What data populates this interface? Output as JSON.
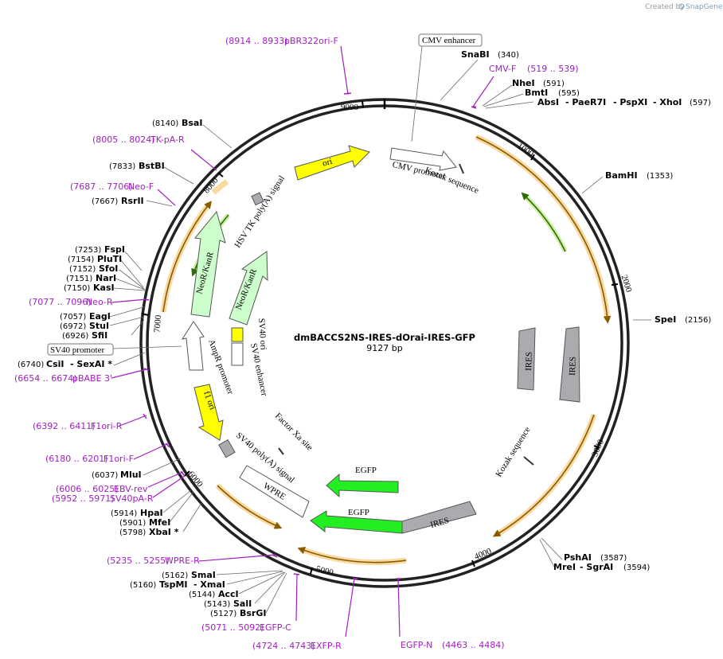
{
  "credit": {
    "prefix": "Created by",
    "brand": "SnapGene"
  },
  "plasmid": {
    "name": "dmBACCS2NS-IRES-dOrai-IRES-GFP",
    "size": "9127 bp"
  },
  "colors": {
    "primer": "#a020c0",
    "orange": "#f4a11c",
    "green": "#4f9a1f",
    "yellow": "#ffff00",
    "lightgreen": "#ccffcc",
    "gfp": "#22ee22",
    "gray": "#a9abae"
  },
  "ticks": [
    "1000",
    "2000",
    "3000",
    "4000",
    "5000",
    "6000",
    "7000",
    "8000",
    "9000"
  ],
  "features": {
    "cmv_enhancer": "CMV enhancer",
    "cmv_promoter": "CMV promoter",
    "kozak1": "Kozak sequence",
    "ori": "ori",
    "hsv_tk": "HSV TK poly(A) signal",
    "neokanr_outer": "NeoR/KanR",
    "neokanr_inner": "NeoR/KanR",
    "sv40_ori": "SV40 ori",
    "sv40_enhancer": "SV40 enhancer",
    "sv40_promoter": "SV40 promoter",
    "ampr_promoter": "AmpR promoter",
    "f1_ori": "f1 ori",
    "factor_xa": "Factor Xa site",
    "sv40_polya": "SV40 poly(A) signal",
    "wpre": "WPRE",
    "egfp1": "EGFP",
    "egfp2": "EGFP",
    "ires1": "IRES",
    "ires2": "IRES",
    "ires3": "IRES",
    "kozak2": "Kozak sequence"
  },
  "sites": {
    "snabi": {
      "name": "SnaBI",
      "pos": "(340)"
    },
    "nhei": {
      "name": "NheI",
      "pos": "(591)"
    },
    "bmti": {
      "name": "BmtI",
      "pos": "(595)"
    },
    "absi": {
      "name": "AbsI",
      "m2": "- PaeR7I",
      "m3": "- PspXI",
      "m4": "- XhoI",
      "pos": "(597)"
    },
    "bamhi": {
      "name": "BamHI",
      "pos": "(1353)"
    },
    "spei": {
      "name": "SpeI",
      "pos": "(2156)"
    },
    "pshai": {
      "name": "PshAI",
      "pos": "(3587)"
    },
    "mrei": {
      "name": "MreI",
      "m2": "- SgrAI",
      "pos": "(3594)"
    },
    "bsai": {
      "name": "BsaI",
      "pos": "(8140)"
    },
    "bstbi": {
      "name": "BstBI",
      "pos": "(7833)"
    },
    "rsrii": {
      "name": "RsrII",
      "pos": "(7667)"
    },
    "fspi": {
      "name": "FspI",
      "pos": "(7253)"
    },
    "pluti": {
      "name": "PluTI",
      "pos": "(7154)"
    },
    "sfoi": {
      "name": "SfoI",
      "pos": "(7152)"
    },
    "nari": {
      "name": "NarI",
      "pos": "(7151)"
    },
    "kasi": {
      "name": "KasI",
      "pos": "(7150)"
    },
    "eagi": {
      "name": "EagI",
      "pos": "(7057)"
    },
    "stui": {
      "name": "StuI",
      "pos": "(6972)"
    },
    "sfii": {
      "name": "SfiI",
      "pos": "(6926)"
    },
    "csii": {
      "name": "CsiI",
      "m2": "- SexAI *",
      "pos": "(6740)"
    },
    "mlui": {
      "name": "MluI",
      "pos": "(6037)"
    },
    "hpai": {
      "name": "HpaI",
      "pos": "(5914)"
    },
    "mfei": {
      "name": "MfeI",
      "pos": "(5901)"
    },
    "xbai": {
      "name": "XbaI *",
      "pos": "(5798)"
    },
    "smai": {
      "name": "SmaI",
      "pos": "(5162)"
    },
    "tspmi": {
      "name": "TspMI",
      "m2": "- XmaI",
      "pos": "(5160)"
    },
    "acci": {
      "name": "AccI",
      "pos": "(5144)"
    },
    "sali": {
      "name": "SalI",
      "pos": "(5143)"
    },
    "bsrgi": {
      "name": "BsrGI",
      "pos": "(5127)"
    }
  },
  "primers": {
    "pbr322": {
      "range": "(8914 .. 8933)",
      "name": "pBR322ori-F"
    },
    "cmvf": {
      "name": "CMV-F",
      "range": "(519 .. 539)"
    },
    "tkpa": {
      "range": "(8005 .. 8024)",
      "name": "TK-pA-R"
    },
    "neof": {
      "range": "(7687 .. 7706)",
      "name": "Neo-F"
    },
    "neor": {
      "range": "(7077 .. 7096)",
      "name": "Neo-R"
    },
    "pbabe": {
      "range": "(6654 .. 6674)",
      "name": "pBABE 3'"
    },
    "f1orir": {
      "range": "(6392 .. 6411)",
      "name": "F1ori-R"
    },
    "f1orif": {
      "range": "(6180 .. 6201)",
      "name": "F1ori-F"
    },
    "ebvrev": {
      "range": "(6006 .. 6025)",
      "name": "EBV-rev"
    },
    "sv40par": {
      "range": "(5952 .. 5971)",
      "name": "SV40pA-R"
    },
    "wprer": {
      "range": "(5235 .. 5255)",
      "name": "WPRE-R"
    },
    "egfpc": {
      "range": "(5071 .. 5092)",
      "name": "EGFP-C"
    },
    "exfpr": {
      "range": "(4724 .. 4743)",
      "name": "EXFP-R"
    },
    "egfpn": {
      "name": "EGFP-N",
      "range": "(4463 .. 4484)"
    }
  }
}
